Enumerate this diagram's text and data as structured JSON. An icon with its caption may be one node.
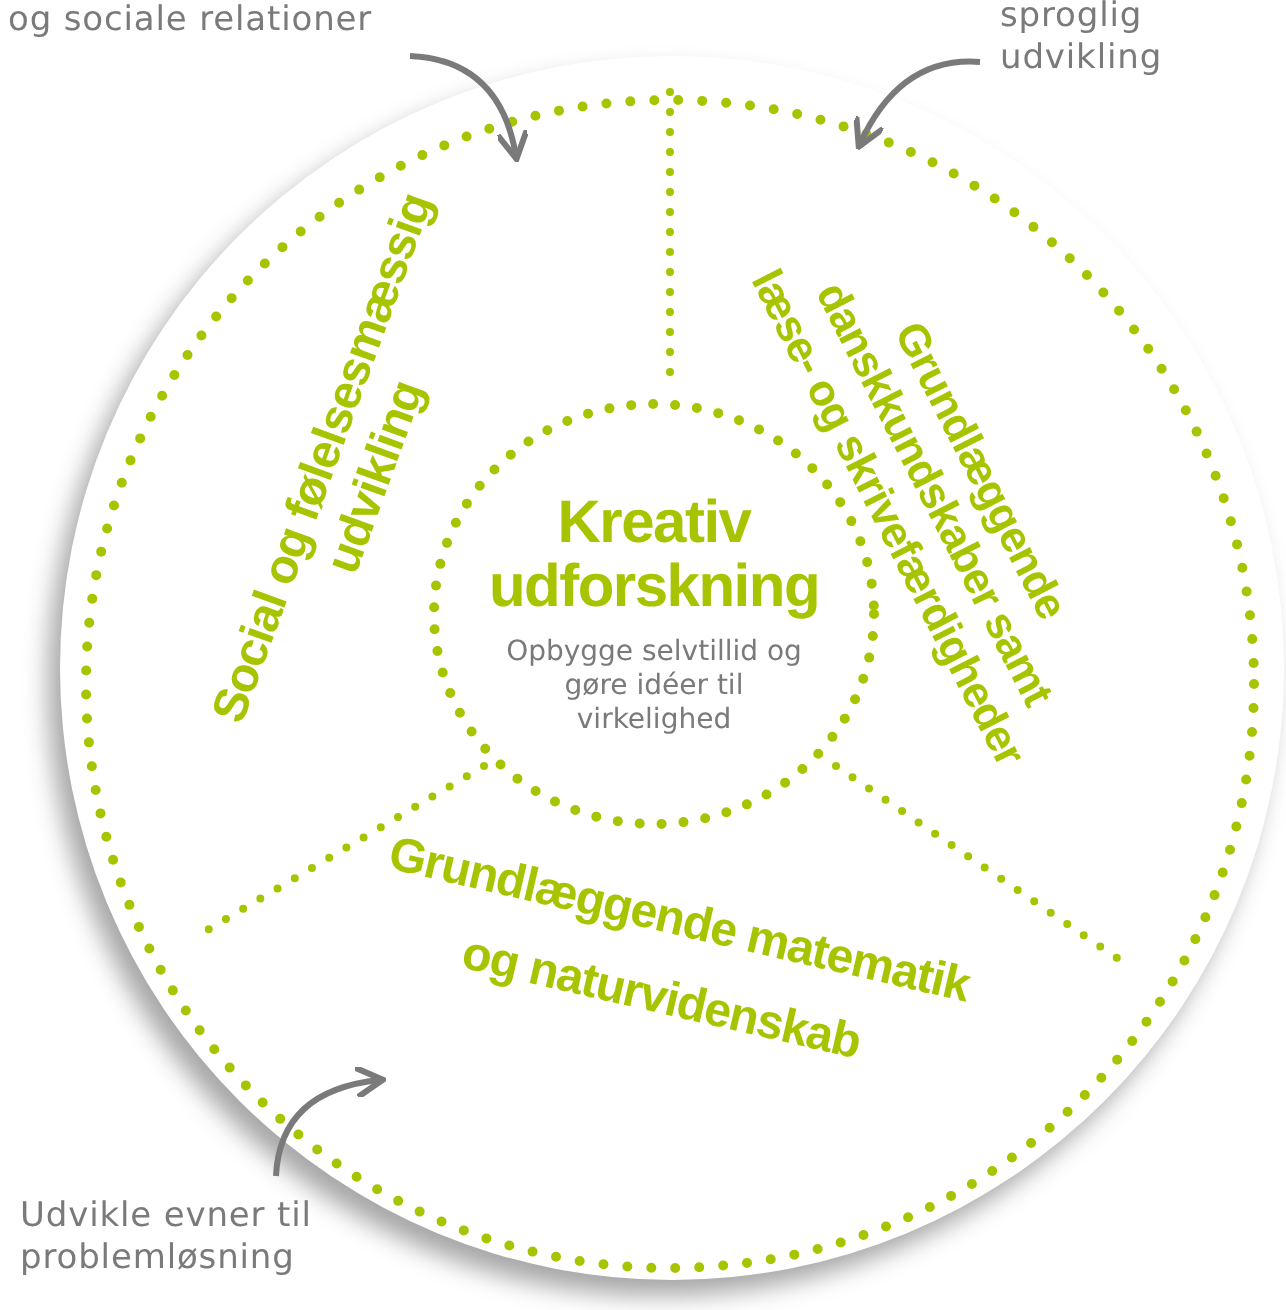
{
  "diagram": {
    "nodes": [
      {
        "text": [],
        "shape": "circle"
      },
      {
        "text": [
          "Social og følelsesmæssig udvikling"
        ],
        "in": 0
      },
      {
        "text": [
          "Grundlæggende danskkundskaber samt læse- og skrivefærdigheder"
        ],
        "in": 0
      },
      {
        "text": [
          "Grundlæggende matematik og naturvidenskab"
        ],
        "in": 0
      },
      {
        "text": [
          "Kreativ udforskning",
          "Opbygge selvtillid og gøre idéer til virkelighed"
        ],
        "in": 0
      },
      {
        "text": [
          "og sociale relationer"
        ]
      },
      {
        "text": [
          "sproglig udvikling"
        ]
      },
      {
        "text": [
          "Udvikle evner til problemløsning"
        ]
      }
    ],
    "edges": [
      {
        "from": 5,
        "to": 1,
        "arrow": "to"
      },
      {
        "from": 6,
        "to": 2,
        "arrow": "to"
      },
      {
        "from": 7,
        "to": 3,
        "arrow": "to"
      }
    ]
  }
}
